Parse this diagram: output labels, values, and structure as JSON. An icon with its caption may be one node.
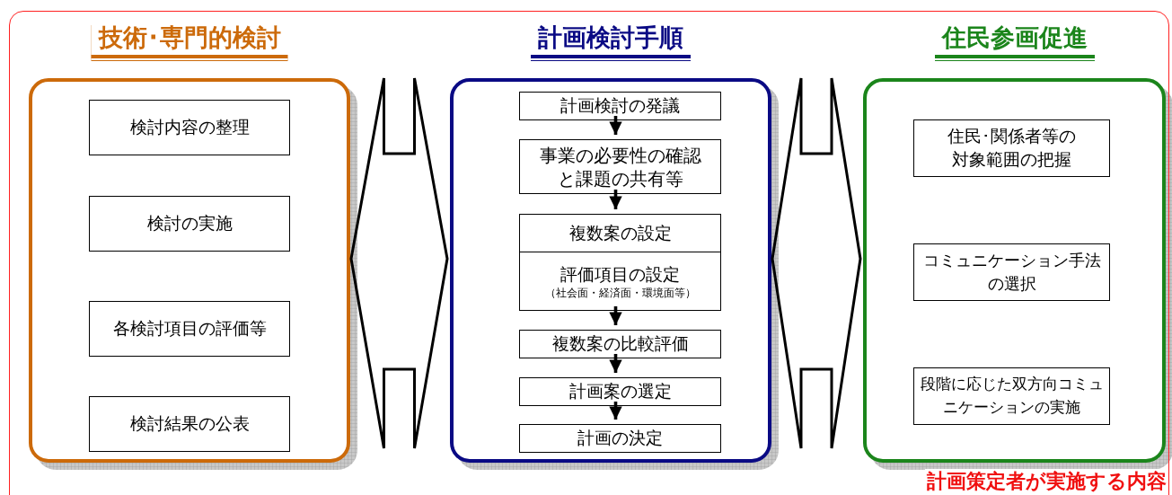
{
  "diagram": {
    "nodes": [
      {
        "text": [
          "計画策定者が実施する内容"
        ]
      },
      {
        "text": [
          "技術･専門的検討"
        ],
        "in": 0
      },
      {
        "text": [
          "検討内容の整理"
        ],
        "in": 1
      },
      {
        "text": [
          "検討の実施"
        ],
        "in": 1
      },
      {
        "text": [
          "各検討項目の評価等"
        ],
        "in": 1
      },
      {
        "text": [
          "検討結果の公表"
        ],
        "in": 1
      },
      {
        "text": [
          "計画検討手順"
        ],
        "in": 0
      },
      {
        "text": [
          "計画検討の発議"
        ],
        "in": 6
      },
      {
        "text": [
          "事業の必要性の確認と課題の共有等"
        ],
        "in": 6
      },
      {
        "text": [
          "複数案の設定"
        ],
        "in": 6
      },
      {
        "text": [
          "評価項目の設定",
          "（社会面・経済面・環境面等）"
        ],
        "in": 6
      },
      {
        "text": [
          "複数案の比較評価"
        ],
        "in": 6
      },
      {
        "text": [
          "計画案の選定"
        ],
        "in": 6
      },
      {
        "text": [
          "計画の決定"
        ],
        "in": 6
      },
      {
        "text": [
          "住民参画促進"
        ],
        "in": 0
      },
      {
        "text": [
          "住民･関係者等の対象範囲の把握"
        ],
        "in": 14
      },
      {
        "text": [
          "コミュニケーション手法の選択"
        ],
        "in": 14
      },
      {
        "text": [
          "段階に応じた双方向コミュニケーションの実施"
        ],
        "in": 14
      }
    ],
    "edges": [
      {
        "from": 1,
        "to": 6,
        "arrow": "both",
        "style": "thick"
      },
      {
        "from": 6,
        "to": 14,
        "arrow": "both",
        "style": "thick"
      },
      {
        "from": 7,
        "to": 8,
        "arrow": "to"
      },
      {
        "from": 8,
        "to": 9,
        "arrow": "to"
      },
      {
        "from": 10,
        "to": 11,
        "arrow": "to"
      },
      {
        "from": 11,
        "to": 12,
        "arrow": "to"
      },
      {
        "from": 12,
        "to": 13,
        "arrow": "to"
      }
    ]
  }
}
